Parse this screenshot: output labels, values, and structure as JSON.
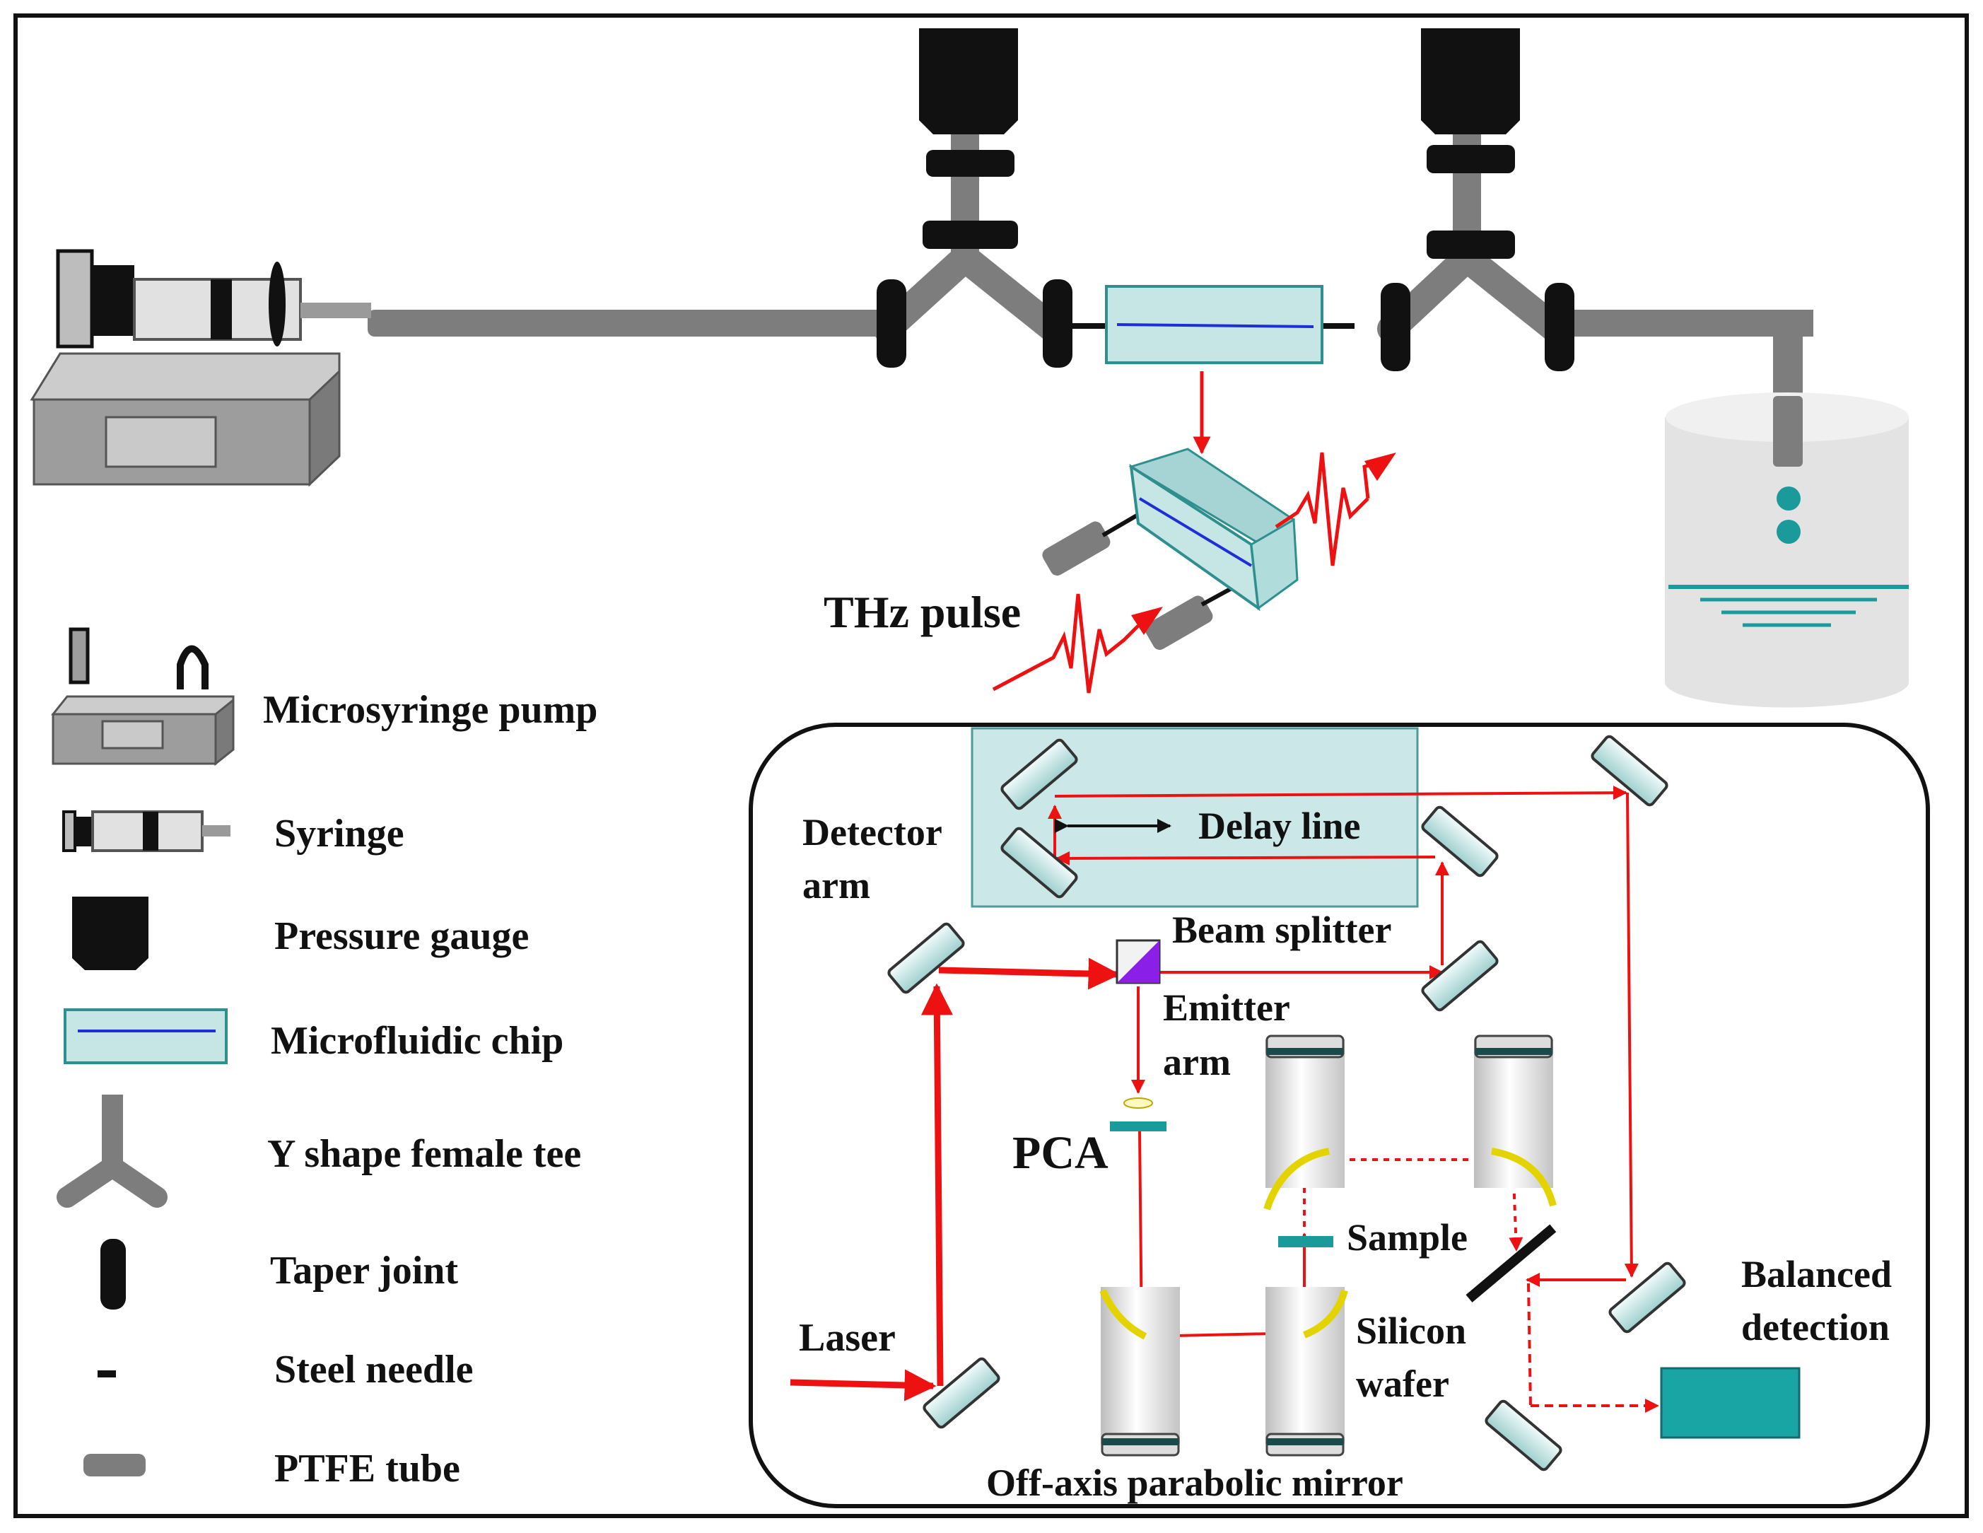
{
  "colors": {
    "tube": "#7d7d7d",
    "black": "#111111",
    "chip_fill": "#c6e6e6",
    "chip_stroke": "#2f8f8f",
    "channel": "#1f2fd8",
    "laser": "#ee1111",
    "teal": "#1a9a9a",
    "mirror_yellow": "#e3d400",
    "beam_splitter": "#8a1fe8",
    "detector_fill": "#1aa5a5"
  },
  "labels": {
    "thz_pulse": "THz pulse",
    "detector_arm_1": "Detector",
    "detector_arm_2": "arm",
    "delay_line": "Delay line",
    "beam_splitter": "Beam splitter",
    "emitter_arm_1": "Emitter",
    "emitter_arm_2": "arm",
    "pca": "PCA",
    "sample": "Sample",
    "silicon_wafer_1": "Silicon",
    "silicon_wafer_2": "wafer",
    "balanced_detection_1": "Balanced",
    "balanced_detection_2": "detection",
    "laser": "Laser",
    "off_axis_mirror": "Off-axis parabolic mirror"
  },
  "legend": [
    {
      "icon": "microsyringe-pump-icon",
      "label": "Microsyringe pump"
    },
    {
      "icon": "syringe-icon",
      "label": "Syringe"
    },
    {
      "icon": "pressure-gauge-icon",
      "label": "Pressure gauge"
    },
    {
      "icon": "microfluidic-chip-icon",
      "label": "Microfluidic chip"
    },
    {
      "icon": "y-tee-icon",
      "label": "Y shape female tee"
    },
    {
      "icon": "taper-joint-icon",
      "label": "Taper joint"
    },
    {
      "icon": "steel-needle-icon",
      "label": "Steel needle"
    },
    {
      "icon": "ptfe-tube-icon",
      "label": "PTFE tube"
    }
  ]
}
